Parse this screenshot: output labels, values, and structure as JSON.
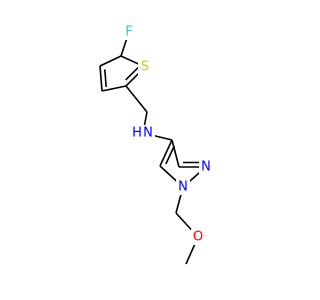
{
  "molecule": {
    "atoms": {
      "fluorine": {
        "symbol": "F",
        "color": "#33CCCC"
      },
      "sulfur": {
        "symbol": "S",
        "color": "#CCCC00"
      },
      "amine_n": {
        "symbol": "N",
        "color": "#0000FF"
      },
      "amine_h": {
        "symbol": "H",
        "color": "#0000FF"
      },
      "pyrazole_n2": {
        "symbol": "N",
        "color": "#0000FF"
      },
      "pyrazole_n1": {
        "symbol": "N",
        "color": "#0000FF"
      },
      "oxygen": {
        "symbol": "O",
        "color": "#FF0000"
      }
    },
    "bond_color": "#000000"
  }
}
